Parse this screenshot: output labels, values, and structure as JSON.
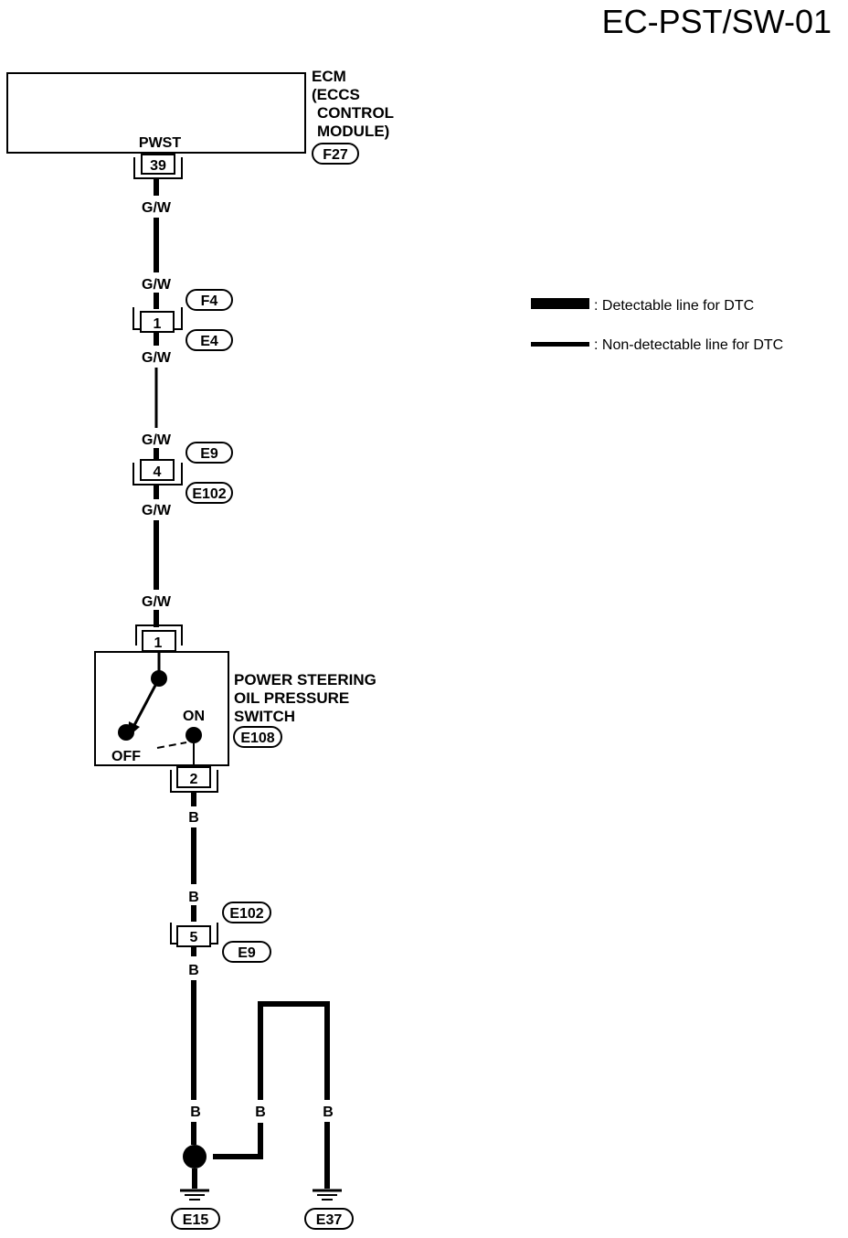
{
  "page_title": "EC-PST/SW-01",
  "ecm": {
    "name_lines": [
      "ECM",
      "(ECCS",
      "CONTROL",
      "MODULE)"
    ],
    "connector": "F27",
    "terminal_label": "PWST",
    "terminal_pin": "39"
  },
  "wires": {
    "gw": "G/W",
    "b": "B"
  },
  "connectors": {
    "j1": {
      "pin": "1",
      "top": "F4",
      "bottom": "E4"
    },
    "j2": {
      "pin": "4",
      "top": "E9",
      "bottom": "E102"
    },
    "j3": {
      "pin": "5",
      "top": "E102",
      "bottom": "E9"
    }
  },
  "switch": {
    "name_lines": [
      "POWER STEERING",
      "OIL PRESSURE",
      "SWITCH"
    ],
    "connector": "E108",
    "pin_top": "1",
    "pin_bottom": "2",
    "on_label": "ON",
    "off_label": "OFF"
  },
  "grounds": {
    "g1": "E15",
    "g2": "E37"
  },
  "legend": {
    "detectable": ": Detectable line for DTC",
    "non_detectable": ": Non-detectable line for DTC"
  }
}
